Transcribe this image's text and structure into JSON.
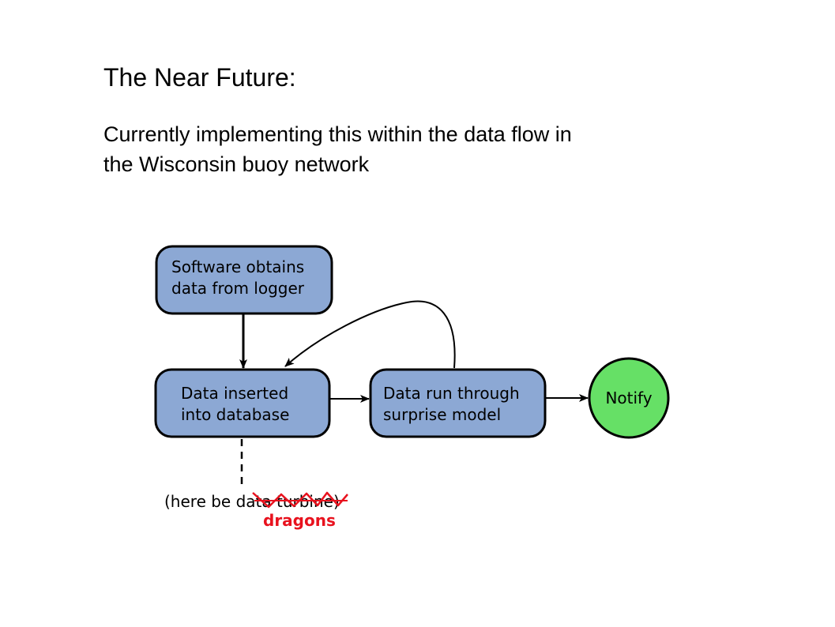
{
  "slide": {
    "title": "The Near Future:",
    "body_lines": [
      "Currently implementing this within the data flow in",
      "the Wisconsin buoy network"
    ]
  },
  "diagram": {
    "nodes": {
      "logger": {
        "lines": [
          "Software obtains",
          "data from logger"
        ]
      },
      "database": {
        "lines": [
          "Data inserted",
          "into database"
        ]
      },
      "surprise": {
        "lines": [
          "Data run through",
          "surprise model"
        ]
      },
      "notify": {
        "lines": [
          "Notify"
        ]
      }
    },
    "annotation": {
      "prefix": "(here be ",
      "struck": "data turbine",
      "suffix": ")",
      "replacement": "dragons"
    },
    "colors": {
      "box_fill": "#8ca8d4",
      "notify_fill": "#66e066",
      "stroke": "#000000",
      "correction": "#e8121e"
    }
  }
}
